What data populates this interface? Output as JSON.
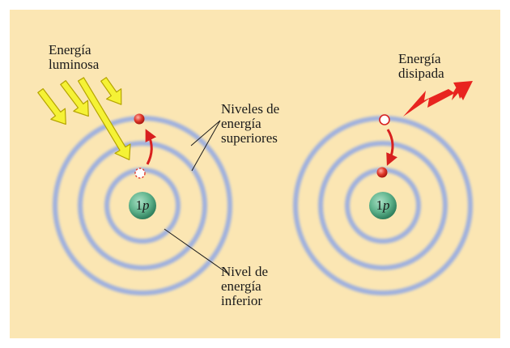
{
  "labels": {
    "light_energy_line1": "Energía",
    "light_energy_line2": "luminosa",
    "upper_levels_line1": "Niveles de",
    "upper_levels_line2": "energía",
    "upper_levels_line3": "superiores",
    "lower_level_line1": "Nivel de",
    "lower_level_line2": "energía",
    "lower_level_line3": "inferior",
    "dissipated_line1": "Energía",
    "dissipated_line2": "disipada"
  },
  "nucleus": {
    "number": "1",
    "symbol": "p"
  },
  "colors": {
    "background": "#fbe6b3",
    "orbit": "#9fb0de",
    "nucleus": "#5fb38c",
    "electron": "#e23a2c",
    "transition_arrow": "#d8201f",
    "light_arrow_fill": "#f5f235",
    "light_arrow_stroke": "#b5a400",
    "zigzag": "#e8241f"
  }
}
